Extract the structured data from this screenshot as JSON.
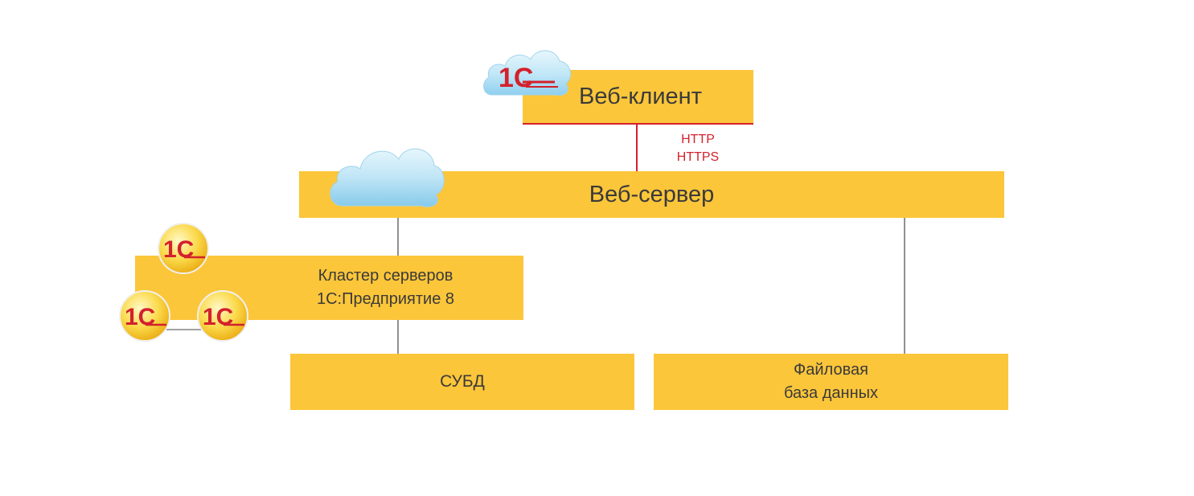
{
  "diagram": {
    "web_client": {
      "label": "Веб-клиент"
    },
    "protocols": {
      "line1": "HTTP",
      "line2": "HTTPS"
    },
    "web_server": {
      "label": "Веб-сервер"
    },
    "cluster": {
      "line1": "Кластер серверов",
      "line2": "1С:Предприятие 8"
    },
    "dbms": {
      "label": "СУБД"
    },
    "file_db": {
      "line1": "Файловая",
      "line2": "база данных"
    },
    "logo_text": "1С"
  },
  "colors": {
    "box_fill": "#fcc63a",
    "text": "#3a3a3a",
    "protocol_text": "#d3212d",
    "client_link": "#d3212d",
    "connector": "#6b6b6b",
    "logo_red": "#d3212d",
    "cloud_blue": "#a9dcf3"
  },
  "icons": {
    "client_logo": "1c-cloud-logo-icon",
    "server_cloud": "cloud-icon",
    "cluster_logos": [
      "1c-logo-icon",
      "1c-logo-icon",
      "1c-logo-icon"
    ]
  }
}
